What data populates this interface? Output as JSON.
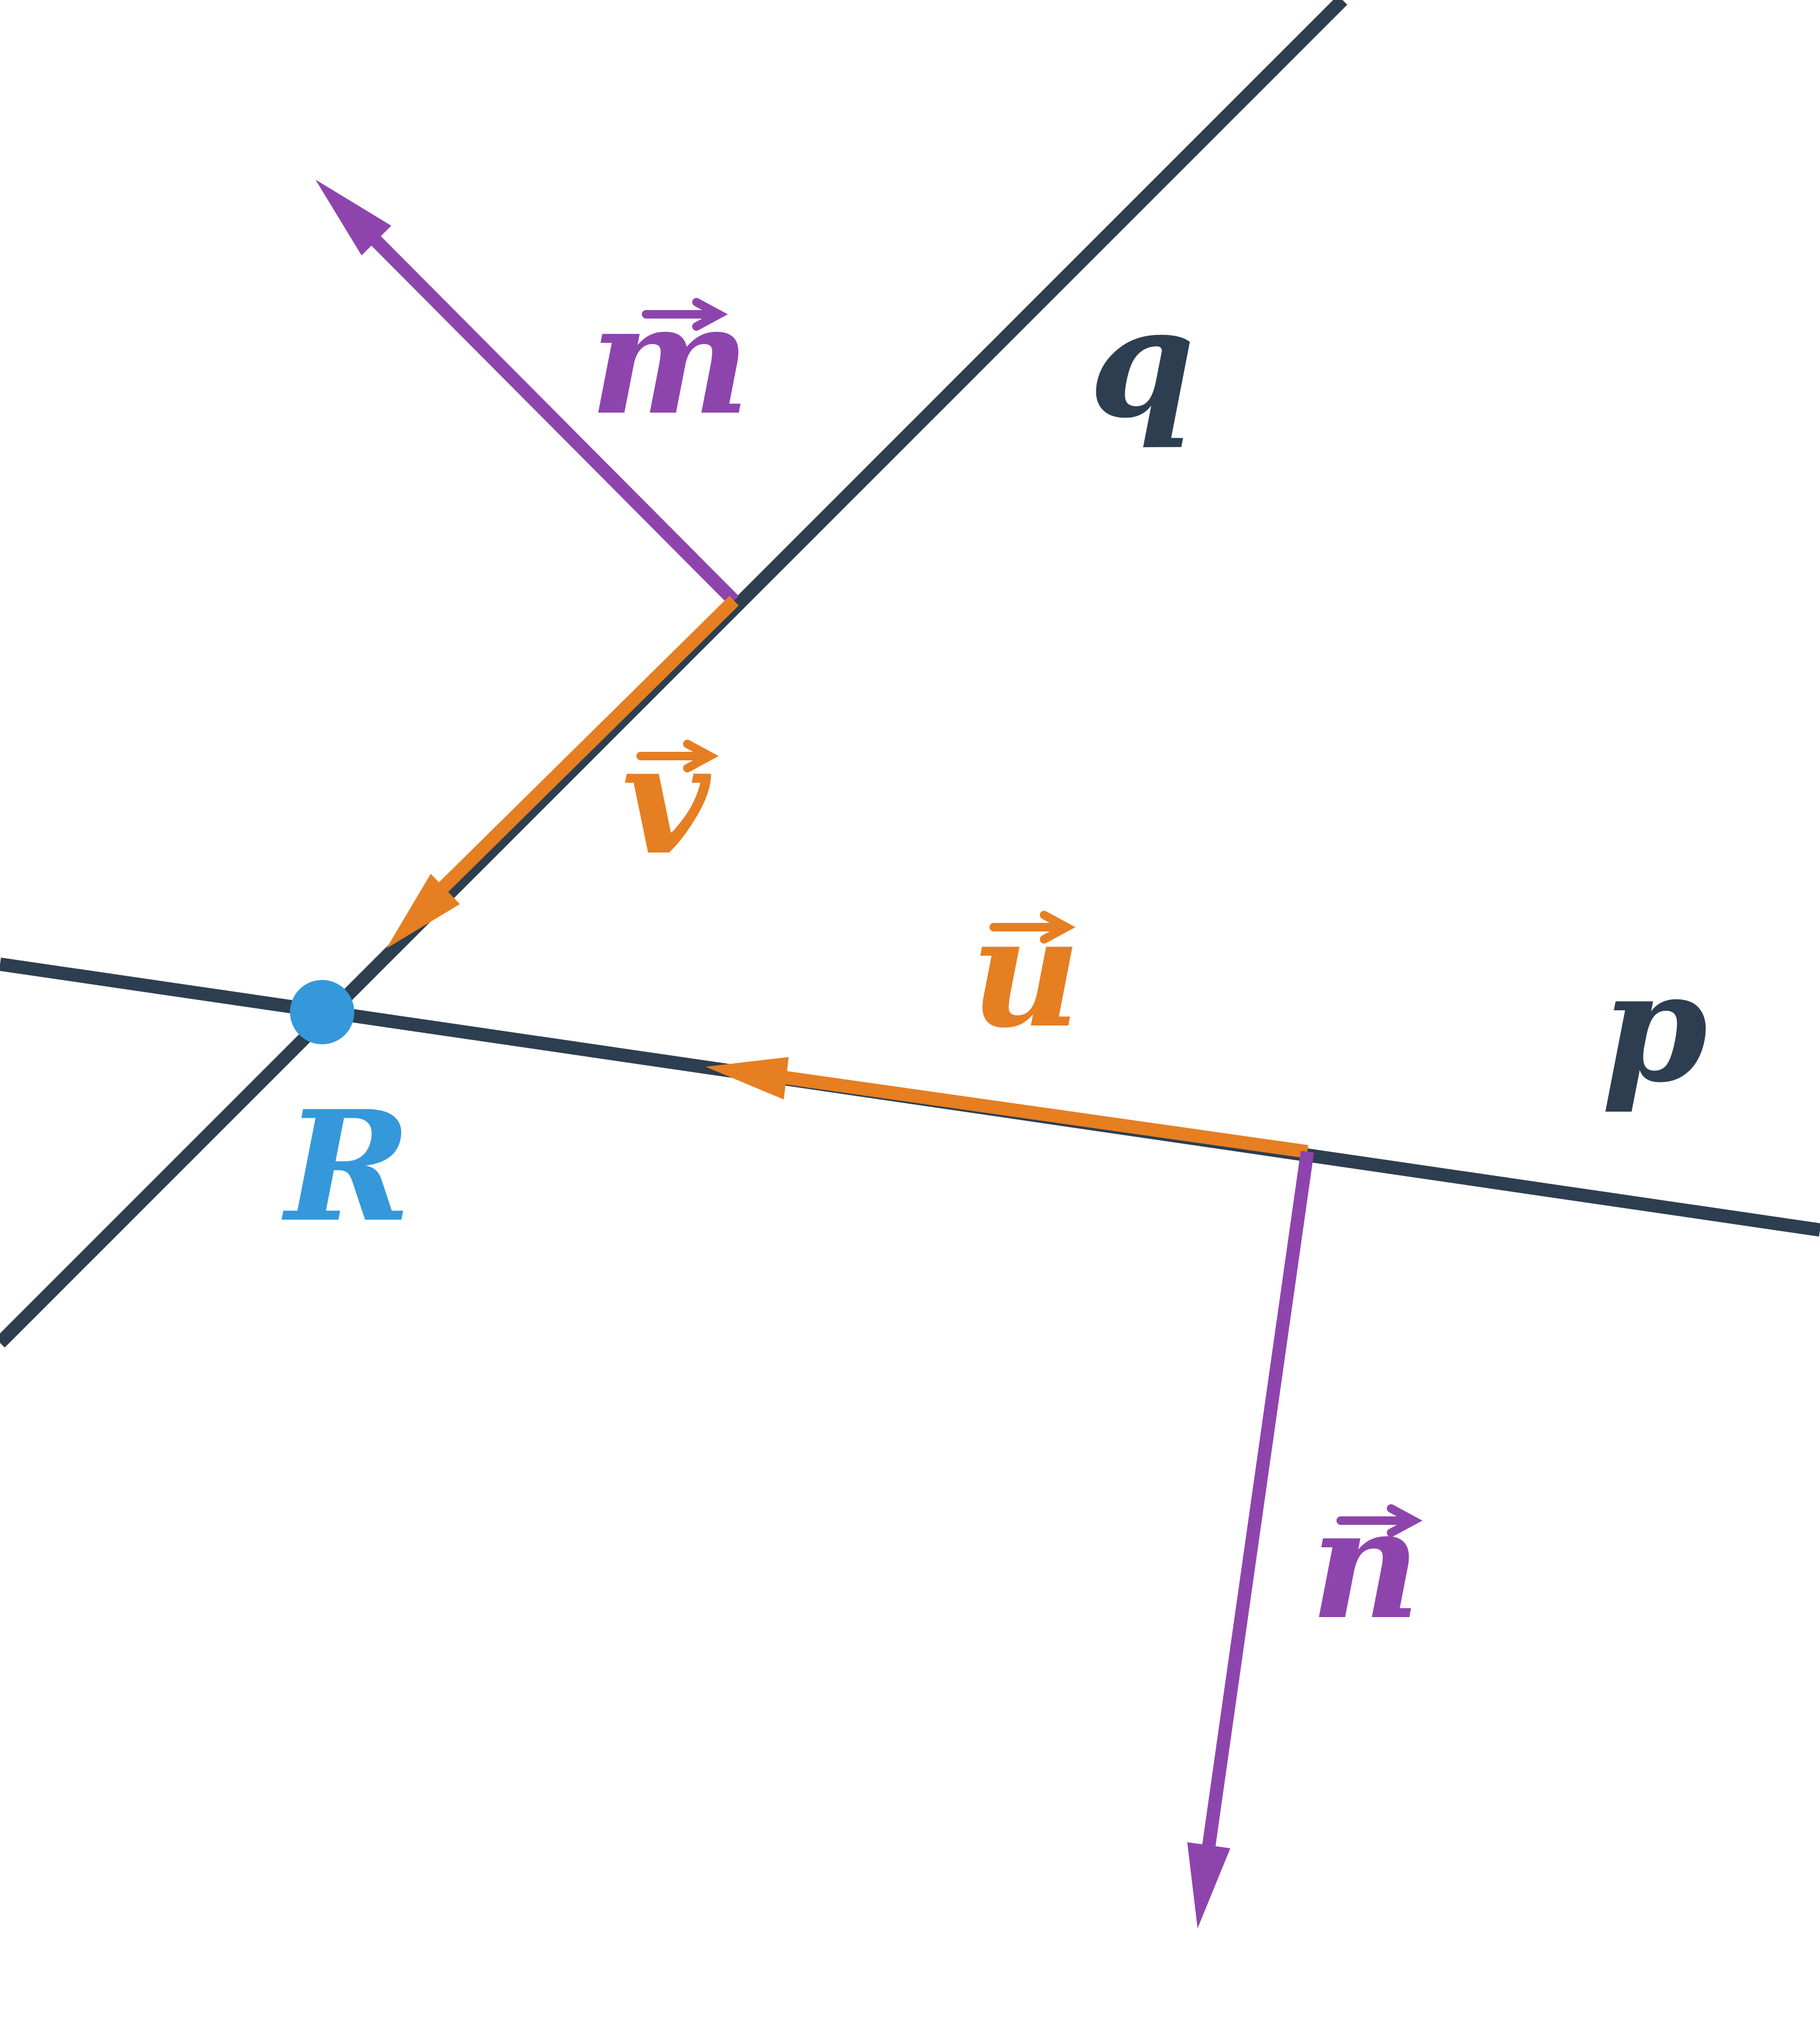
{
  "colors": {
    "line": "#2c3e50",
    "vector_orange": "#e67e22",
    "vector_purple": "#8e44ad",
    "point": "#3498db",
    "background": "#ffffff"
  },
  "lines": {
    "p": {
      "label": "p"
    },
    "q": {
      "label": "q"
    }
  },
  "vectors": {
    "m": {
      "label": "m"
    },
    "v": {
      "label": "v"
    },
    "u": {
      "label": "u"
    },
    "n": {
      "label": "n"
    }
  },
  "point": {
    "label": "R"
  }
}
